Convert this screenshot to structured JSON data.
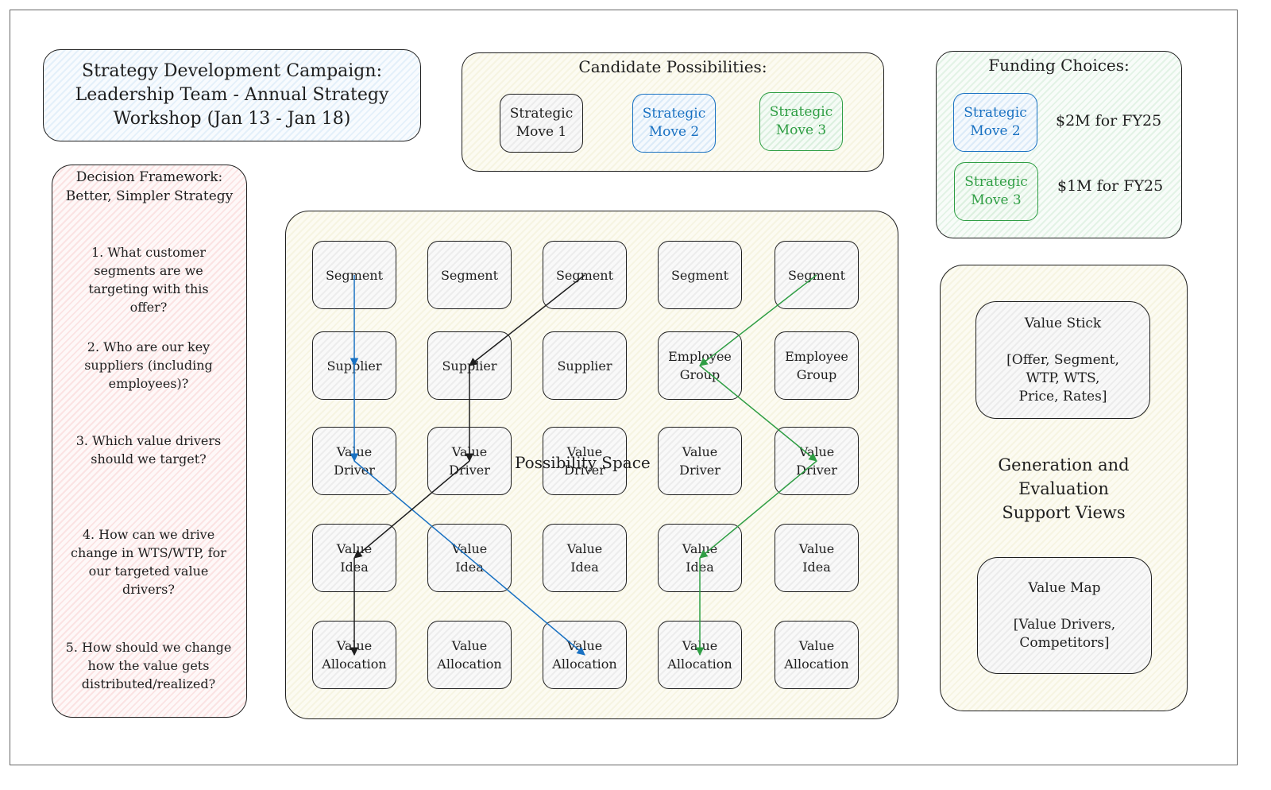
{
  "workshop_title": "Strategy Development Campaign:\nLeadership Team - Annual Strategy\nWorkshop (Jan 13 - Jan 18)",
  "candidate": {
    "heading": "Candidate Possibilities:",
    "moves": [
      "Strategic\nMove 1",
      "Strategic\nMove 2",
      "Strategic\nMove 3"
    ]
  },
  "funding": {
    "heading": "Funding Choices:",
    "items": [
      {
        "move": "Strategic\nMove 2",
        "amount": "$2M for FY25"
      },
      {
        "move": "Strategic\nMove 3",
        "amount": "$1M for FY25"
      }
    ]
  },
  "framework": {
    "heading": "Decision Framework:\nBetter, Simpler Strategy",
    "questions": [
      "1. What customer\nsegments are we\ntargeting with this\noffer?",
      "2. Who are our key\nsuppliers (including\nemployees)?",
      "3. Which value drivers\nshould we target?",
      "4. How can we drive\nchange in WTS/WTP, for\nour targeted value\ndrivers?",
      "5. How should we change\nhow the value gets\ndistributed/realized?"
    ]
  },
  "possibility_space": {
    "label": "Possibility Space",
    "rows": [
      [
        "Segment",
        "Segment",
        "Segment",
        "Segment",
        "Segment"
      ],
      [
        "Supplier",
        "Supplier",
        "Supplier",
        "Employee\nGroup",
        "Employee\nGroup"
      ],
      [
        "Value\nDriver",
        "Value\nDriver",
        "Value\nDriver",
        "Value\nDriver",
        "Value\nDriver"
      ],
      [
        "Value\nIdea",
        "Value\nIdea",
        "Value\nIdea",
        "Value\nIdea",
        "Value\nIdea"
      ],
      [
        "Value\nAllocation",
        "Value\nAllocation",
        "Value\nAllocation",
        "Value\nAllocation",
        "Value\nAllocation"
      ]
    ],
    "paths": [
      {
        "color": "#1971c2",
        "nodes": [
          [
            0,
            0
          ],
          [
            1,
            0
          ],
          [
            2,
            0
          ],
          [
            4,
            2
          ]
        ]
      },
      {
        "color": "#1e1e1e",
        "nodes": [
          [
            0,
            2
          ],
          [
            1,
            1
          ],
          [
            2,
            1
          ],
          [
            3,
            0
          ],
          [
            4,
            0
          ]
        ]
      },
      {
        "color": "#2f9e44",
        "nodes": [
          [
            0,
            4
          ],
          [
            1,
            3
          ],
          [
            2,
            4
          ],
          [
            3,
            3
          ],
          [
            4,
            3
          ]
        ]
      }
    ]
  },
  "support_views": {
    "heading": "Generation and\nEvaluation\nSupport Views",
    "value_stick": "Value Stick\n\n[Offer, Segment,\nWTP, WTS,\nPrice, Rates]",
    "value_map": "Value Map\n\n[Value Drivers,\nCompetitors]"
  },
  "colors": {
    "blue": "#1971c2",
    "green": "#2f9e44",
    "black": "#1e1e1e"
  }
}
